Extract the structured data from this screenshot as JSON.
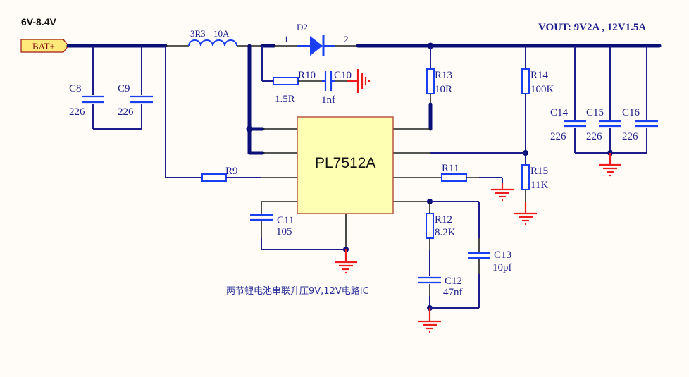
{
  "title_input": "6V-8.4V",
  "title_output": "VOUT: 9V2A , 12V1.5A",
  "caption": "两节锂电池串联升压9V,12V电路IC",
  "colors": {
    "wire": "#1d1e8c",
    "bus": "#0a0f78",
    "component": "#1a3ff0",
    "ground": "#ee1c1c",
    "ic_fill": "#ffffb3",
    "ic_border": "#b24a3a",
    "port_fill": "#ffe97a",
    "background": "#fffcf7"
  },
  "port": {
    "label": "BAT+"
  },
  "ic": {
    "name": "PL7512A"
  },
  "inductor": {
    "value": "3R3",
    "rating": "10A"
  },
  "diode": {
    "ref": "D2",
    "pin1": "1",
    "pin2": "2"
  },
  "components": {
    "C8": {
      "ref": "C8",
      "value": "226"
    },
    "C9": {
      "ref": "C9",
      "value": "226"
    },
    "R10": {
      "ref": "R10",
      "value": "1.5R"
    },
    "C10": {
      "ref": "C10",
      "value": "1nf"
    },
    "R13": {
      "ref": "R13",
      "value": "10R"
    },
    "R14": {
      "ref": "R14",
      "value": "100K"
    },
    "C14": {
      "ref": "C14",
      "value": "226"
    },
    "C15": {
      "ref": "C15",
      "value": "226"
    },
    "C16": {
      "ref": "C16",
      "value": "226"
    },
    "R9": {
      "ref": "R9"
    },
    "R11": {
      "ref": "R11"
    },
    "R15": {
      "ref": "R15",
      "value": "11K"
    },
    "C11": {
      "ref": "C11",
      "value": "105"
    },
    "R12": {
      "ref": "R12",
      "value": "8.2K"
    },
    "C12": {
      "ref": "C12",
      "value": "47nf"
    },
    "C13": {
      "ref": "C13",
      "value": "10pf"
    }
  }
}
